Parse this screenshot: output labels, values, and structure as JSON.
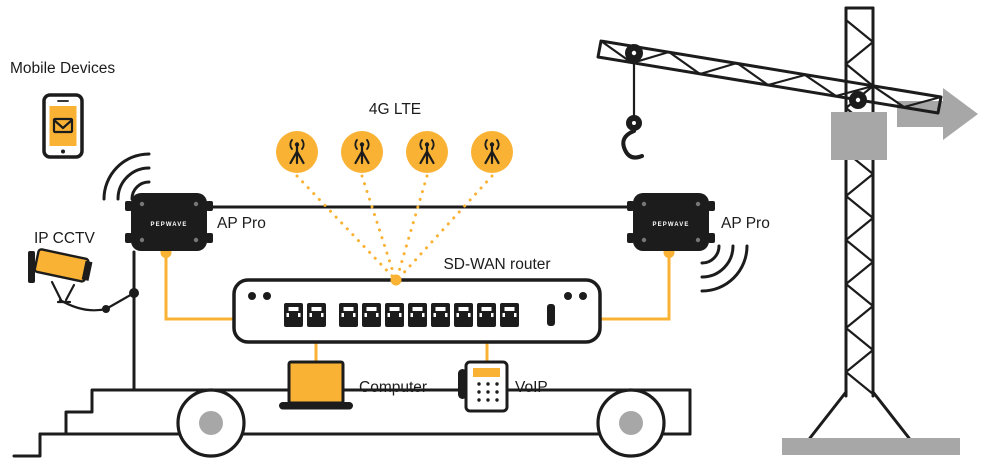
{
  "diagram": {
    "colors": {
      "accent_yellow": "#F9B233",
      "line_black": "#1C1C1C",
      "neutral_gray": "#A7A7A7",
      "background": "#FFFFFF"
    },
    "labels": {
      "mobile_devices": "Mobile Devices",
      "ip_cctv": "IP CCTV",
      "ap_pro_left": "AP Pro",
      "ap_pro_right": "AP Pro",
      "lte": "4G LTE",
      "router": "SD-WAN router",
      "computer": "Computer",
      "voip": "VoIP"
    },
    "devices": {
      "access_point_brand": "PEPWAVE",
      "lte_antenna_count": 4,
      "router_port_count": 10
    }
  }
}
